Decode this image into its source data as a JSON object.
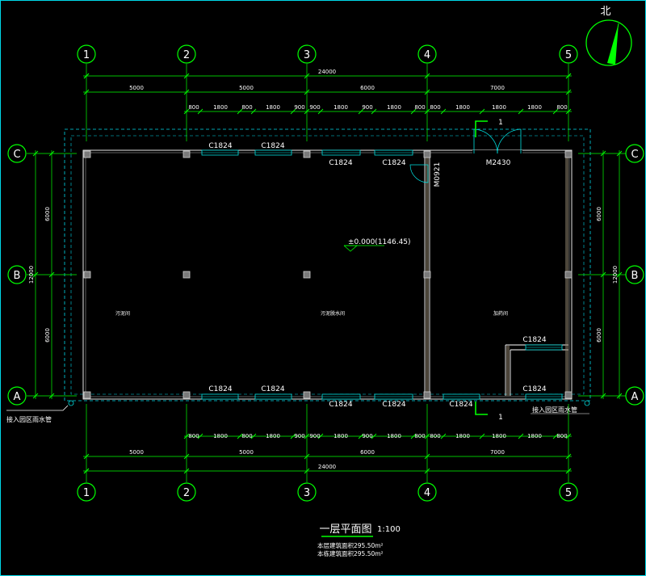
{
  "drawing": {
    "title": "一层平面图",
    "scale": "1:100",
    "area_lines": [
      "本层建筑面积295.50m²",
      "本栋建筑面积295.50m²"
    ],
    "elevation": "±0.000(1146.45)",
    "north": "北",
    "section_mark": "1",
    "door_labels": {
      "main": "M2430",
      "inner": "M0921"
    },
    "window_label": "C1824",
    "rooms": [
      "污泥间",
      "污泥脱水间",
      "加药间"
    ],
    "notes": [
      "接入园区雨水管",
      "接入园区雨水管"
    ],
    "colors": {
      "background": "#000000",
      "axis": "#00ff00",
      "wall": "#ffffff",
      "window": "#00e0e0",
      "frame": "#00d8e8"
    }
  },
  "grid": {
    "columns": [
      "1",
      "2",
      "3",
      "4",
      "5"
    ],
    "rows": [
      "C",
      "B",
      "A"
    ]
  },
  "dims": {
    "total": "24000",
    "bays": [
      "5000",
      "5000",
      "6000",
      "7000"
    ],
    "top_detail": [
      "800",
      "1800",
      "800",
      "1800",
      "900",
      "900",
      "1800",
      "900",
      "1800",
      "800",
      "800",
      "1800",
      "1800",
      "1800",
      "800"
    ],
    "bottom_detail": [
      "800",
      "1800",
      "800",
      "1800",
      "900",
      "900",
      "1800",
      "900",
      "1800",
      "800",
      "800",
      "1800",
      "1800",
      "1800",
      "800"
    ],
    "vertical_total": "12000",
    "vertical_bays": [
      "6000",
      "6000"
    ]
  }
}
